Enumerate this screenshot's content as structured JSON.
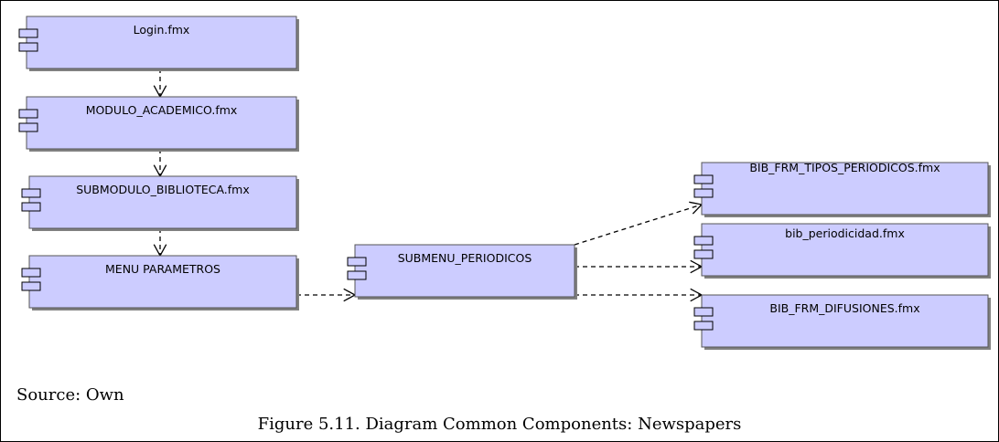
{
  "diagram": {
    "nodes": [
      {
        "id": "login",
        "label": "Login.fmx"
      },
      {
        "id": "modulo",
        "label": "MODULO_ACADEMICO.fmx"
      },
      {
        "id": "submodulo",
        "label": "SUBMODULO_BIBLIOTECA.fmx"
      },
      {
        "id": "menu",
        "label": "MENU PARAMETROS"
      },
      {
        "id": "submenu",
        "label": "SUBMENU_PERIODICOS"
      },
      {
        "id": "tipos",
        "label": "BIB_FRM_TIPOS_PERIODICOS.fmx"
      },
      {
        "id": "periodicidad",
        "label": "bib_periodicidad.fmx"
      },
      {
        "id": "difusiones",
        "label": "BIB_FRM_DIFUSIONES.fmx"
      }
    ],
    "edges": [
      {
        "from": "login",
        "to": "modulo"
      },
      {
        "from": "modulo",
        "to": "submodulo"
      },
      {
        "from": "submodulo",
        "to": "menu"
      },
      {
        "from": "menu",
        "to": "submenu"
      },
      {
        "from": "submenu",
        "to": "tipos"
      },
      {
        "from": "submenu",
        "to": "periodicidad"
      },
      {
        "from": "submenu",
        "to": "difusiones"
      }
    ]
  },
  "source_text": "Source: Own",
  "caption": "Figure 5.11. Diagram Common Components: Newspapers"
}
